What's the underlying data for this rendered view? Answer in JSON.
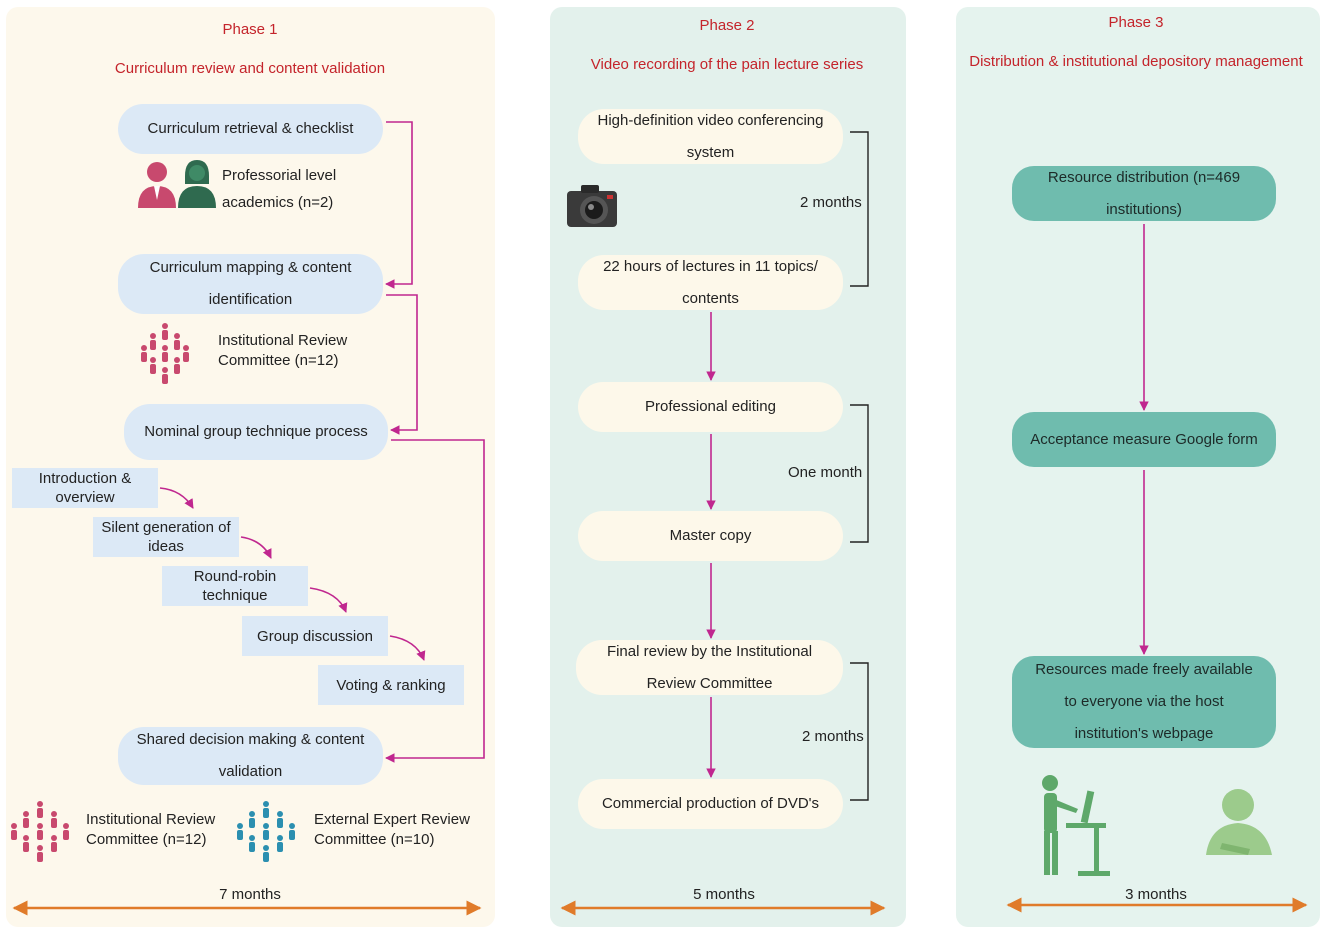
{
  "phase1": {
    "phase": "Phase 1",
    "subtitle": "Curriculum review and content validation",
    "box_retrieval": "Curriculum retrieval & checklist",
    "academics_label": "Professorial level academics (n=2)",
    "box_mapping": "Curriculum mapping & content identification",
    "irc_label": "Institutional Review Committee (n=12)",
    "box_nominal": "Nominal group technique process",
    "steps": [
      "Introduction & overview",
      "Silent generation of ideas",
      "Round-robin technique",
      "Group discussion",
      "Voting & ranking"
    ],
    "box_shared": "Shared decision making & content validation",
    "irc_label_2": "Institutional Review Committee (n=12)",
    "external_label": "External Expert Review Committee  (n=10)",
    "duration": "7 months"
  },
  "phase2": {
    "phase": "Phase 2",
    "subtitle": "Video recording of the pain lecture series",
    "box_video": "High-definition video conferencing system",
    "box_lectures": "22 hours of lectures in 11 topics/ contents",
    "bracket_1": "2 months",
    "box_editing": "Professional editing",
    "box_master": "Master copy",
    "bracket_2": "One month",
    "box_final": "Final review by the Institutional Review Committee",
    "box_commercial": "Commercial production of DVD's",
    "bracket_3": "2 months",
    "duration": "5 months"
  },
  "phase3": {
    "phase": "Phase 3",
    "subtitle": "Distribution & institutional depository management",
    "box_distribution": "Resource distribution (n=469 institutions)",
    "box_acceptance": "Acceptance measure Google form",
    "box_resources": "Resources made freely available to everyone via the host institution's webpage",
    "duration": "3 months"
  },
  "colors": {
    "title_red": "#c4242b",
    "arrow_magenta": "#c0278f",
    "duration_orange": "#e07b2a",
    "teal_box": "#6fbcae",
    "blue_box": "#dce9f6",
    "icon_green": "#5ea86a"
  },
  "icons": [
    "professor-male-icon",
    "professor-female-icon",
    "people-group-icon",
    "camera-icon",
    "person-at-computer-icon",
    "person-reading-icon"
  ]
}
